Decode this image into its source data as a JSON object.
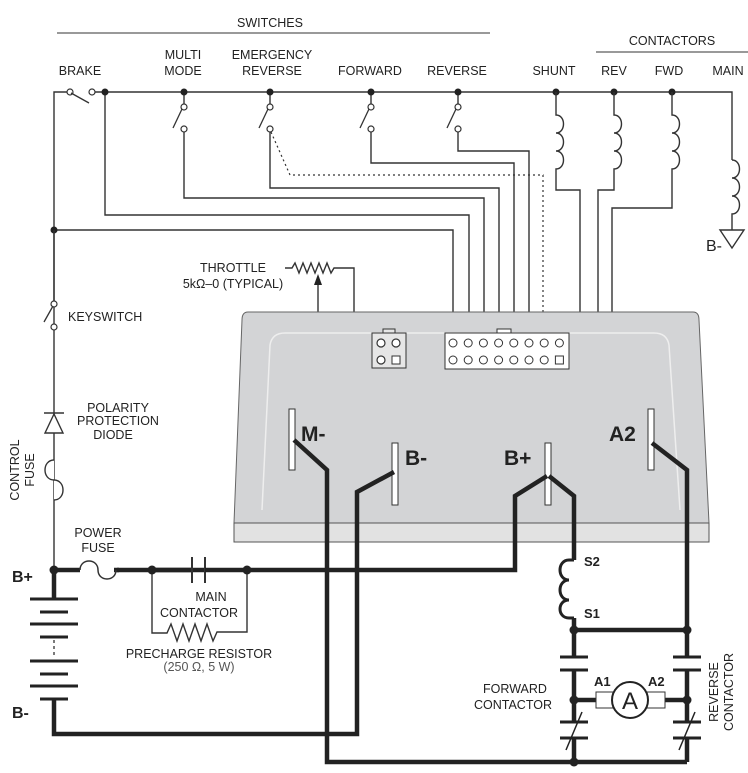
{
  "headers": {
    "switches": "SWITCHES",
    "contactors": "CONTACTORS"
  },
  "switch_labels": {
    "brake": "BRAKE",
    "multi_mode_1": "MULTI",
    "multi_mode_2": "MODE",
    "emergency_1": "EMERGENCY",
    "emergency_2": "REVERSE",
    "forward": "FORWARD",
    "reverse": "REVERSE"
  },
  "contactor_labels": {
    "shunt": "SHUNT",
    "rev": "REV",
    "fwd": "FWD",
    "main": "MAIN"
  },
  "ground_label": "B-",
  "throttle": {
    "line1": "THROTTLE",
    "line2": "5kΩ–0  (TYPICAL)"
  },
  "keyswitch": "KEYSWITCH",
  "diode": {
    "line1": "POLARITY",
    "line2": "PROTECTION",
    "line3": "DIODE"
  },
  "control_fuse": {
    "line1": "CONTROL",
    "line2": "FUSE"
  },
  "power_fuse": {
    "line1": "POWER",
    "line2": "FUSE"
  },
  "main_contactor": {
    "line1": "MAIN",
    "line2": "CONTACTOR"
  },
  "precharge": {
    "line1": "PRECHARGE RESISTOR",
    "line2": "(250 Ω, 5 W)"
  },
  "battery": {
    "plus": "B+",
    "minus": "B-"
  },
  "terminals": {
    "m_minus": "M-",
    "b_minus": "B-",
    "b_plus": "B+",
    "a2": "A2"
  },
  "field": {
    "s2": "S2",
    "s1": "S1"
  },
  "motor": {
    "a1": "A1",
    "a2": "A2",
    "symbol": "A"
  },
  "forward_contactor": {
    "line1": "FORWARD",
    "line2": "CONTACTOR"
  },
  "reverse_contactor": {
    "line1": "REVERSE",
    "line2": "CONTACTOR"
  },
  "colors": {
    "module": "#d3d4d6",
    "module_base": "#e2e2e2",
    "wire": "#222222"
  }
}
